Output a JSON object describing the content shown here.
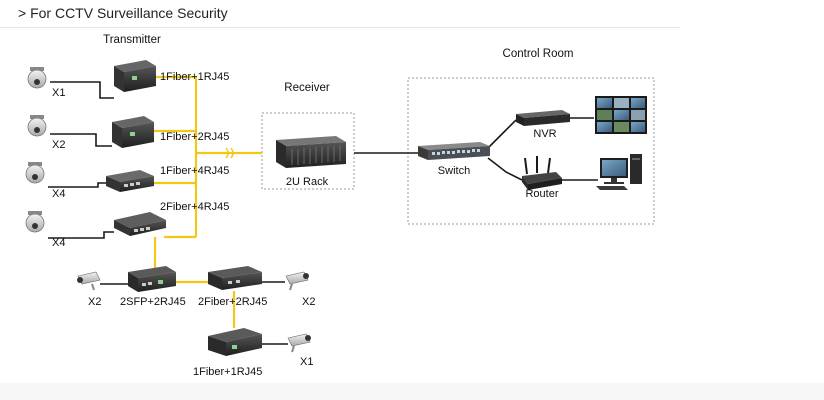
{
  "header": {
    "text": "> For CCTV Surveillance Security"
  },
  "sections": {
    "transmitter": "Transmitter",
    "receiver": "Receiver",
    "control_room": "Control Room"
  },
  "transmitter_units": [
    {
      "camera_label": "X1",
      "unit_label": "1Fiber+1RJ45"
    },
    {
      "camera_label": "X2",
      "unit_label": "1Fiber+2RJ45"
    },
    {
      "camera_label": "X4",
      "unit_label": "1Fiber+4RJ45"
    },
    {
      "camera_label": "X4",
      "unit_label": "2Fiber+4RJ45"
    }
  ],
  "receiver_unit": {
    "label": "2U Rack"
  },
  "control_room_devices": {
    "switch": "Switch",
    "nvr": "NVR",
    "router": "Router"
  },
  "chain": {
    "left_camera": "X2",
    "left_unit": "2SFP+2RJ45",
    "right_unit": "2Fiber+2RJ45",
    "right_camera": "X2",
    "bottom_unit": "1Fiber+1RJ45",
    "bottom_camera": "X1"
  },
  "colors": {
    "fiber": "#f2c71a",
    "ethernet": "#1a1a1a",
    "device_body": "#2b2b2b",
    "box_border": "#9a9a9a"
  }
}
